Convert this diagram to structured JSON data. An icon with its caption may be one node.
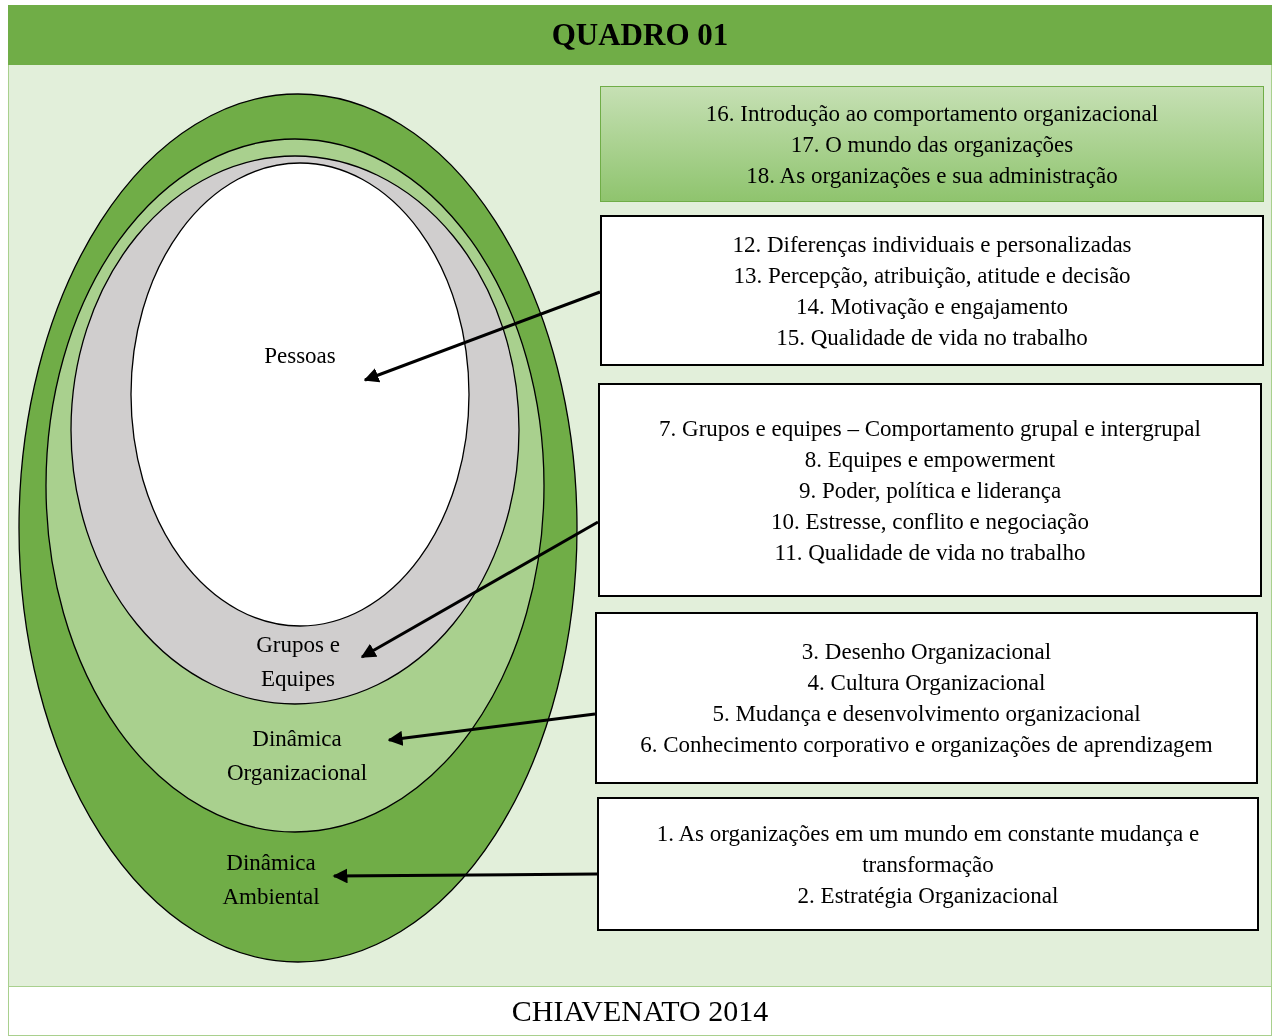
{
  "diagram": {
    "title": "QUADRO 01",
    "caption": "CHIAVENATO 2014",
    "nodes": [
      {
        "text": [
          "Dinâmica Ambiental"
        ]
      },
      {
        "text": [
          "Dinâmica Organizacional"
        ],
        "in": 0
      },
      {
        "text": [
          "Grupos e Equipes"
        ],
        "in": 1
      },
      {
        "text": [
          "Pessoas"
        ],
        "in": 2
      },
      {
        "text": [
          "16. Introdução ao comportamento organizacional",
          "17. O mundo das organizações",
          "18. As organizações e sua administração"
        ]
      },
      {
        "text": [
          "12. Diferenças individuais e personalizadas",
          "13. Percepção, atribuição, atitude e decisão",
          "14. Motivação e engajamento",
          "15. Qualidade de vida no trabalho"
        ]
      },
      {
        "text": [
          "7. Grupos e equipes – Comportamento grupal e intergrupal",
          "8. Equipes e empowerment",
          "9. Poder, política e liderança",
          "10. Estresse, conflito e negociação",
          "11. Qualidade de vida no trabalho"
        ]
      },
      {
        "text": [
          "3. Desenho Organizacional",
          "4. Cultura Organizacional",
          "5. Mudança e desenvolvimento organizacional",
          "6. Conhecimento corporativo e organizações de aprendizagem"
        ]
      },
      {
        "text": [
          "1. As organizações em um mundo em constante mudança e transformação",
          "2. Estratégia Organizacional"
        ]
      }
    ],
    "edges": [
      {
        "from": 5,
        "to": 3,
        "arrow": "to"
      },
      {
        "from": 6,
        "to": 2,
        "arrow": "to"
      },
      {
        "from": 7,
        "to": 1,
        "arrow": "to"
      },
      {
        "from": 8,
        "to": 0,
        "arrow": "to"
      }
    ]
  }
}
